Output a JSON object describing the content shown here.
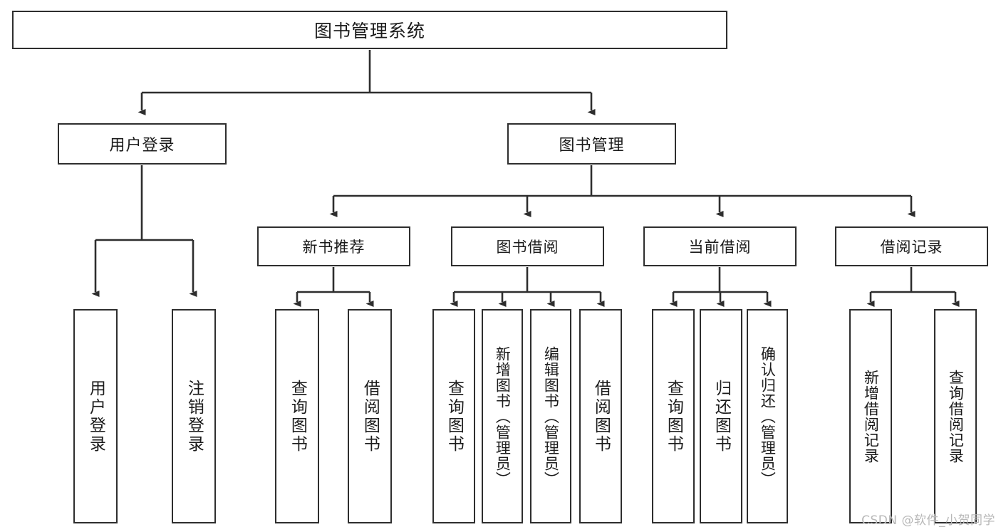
{
  "diagram": {
    "title": "图书管理系统",
    "type": "tree-hierarchy-chart",
    "watermark": "CSDN @软件_小贺同学",
    "colors": {
      "border": "#2e2e2e",
      "background": "#ffffff",
      "text": "#1b1b1b",
      "watermark": "#b8b8b8"
    },
    "nodes": {
      "root": {
        "label": "图书管理系统",
        "level": 0
      },
      "user_login": {
        "label": "用户登录",
        "level": 1
      },
      "book_manage": {
        "label": "图书管理",
        "level": 1
      },
      "new_book_rec": {
        "label": "新书推荐",
        "level": 2
      },
      "book_borrow": {
        "label": "图书借阅",
        "level": 2
      },
      "current_borrow": {
        "label": "当前借阅",
        "level": 2
      },
      "borrow_record": {
        "label": "借阅记录",
        "level": 2
      },
      "leaf_user_login": {
        "label": "用户登录",
        "level": 3
      },
      "leaf_user_logout": {
        "label": "注销登录",
        "level": 3
      },
      "leaf_query_book_1": {
        "label": "查询图书",
        "level": 3
      },
      "leaf_borrow_book_1": {
        "label": "借阅图书",
        "level": 3
      },
      "leaf_query_book_2": {
        "label": "查询图书",
        "level": 3
      },
      "leaf_add_book": {
        "label": "新增图书（管理员）",
        "level": 3
      },
      "leaf_edit_book": {
        "label": "编辑图书（管理员）",
        "level": 3
      },
      "leaf_borrow_book_2": {
        "label": "借阅图书",
        "level": 3
      },
      "leaf_query_book_3": {
        "label": "查询图书",
        "level": 3
      },
      "leaf_return_book": {
        "label": "归还图书",
        "level": 3
      },
      "leaf_confirm_return": {
        "label": "确认归还（管理员）",
        "level": 3
      },
      "leaf_add_record": {
        "label": "新增借阅记录",
        "level": 3
      },
      "leaf_query_record": {
        "label": "查询借阅记录",
        "level": 3
      }
    }
  }
}
